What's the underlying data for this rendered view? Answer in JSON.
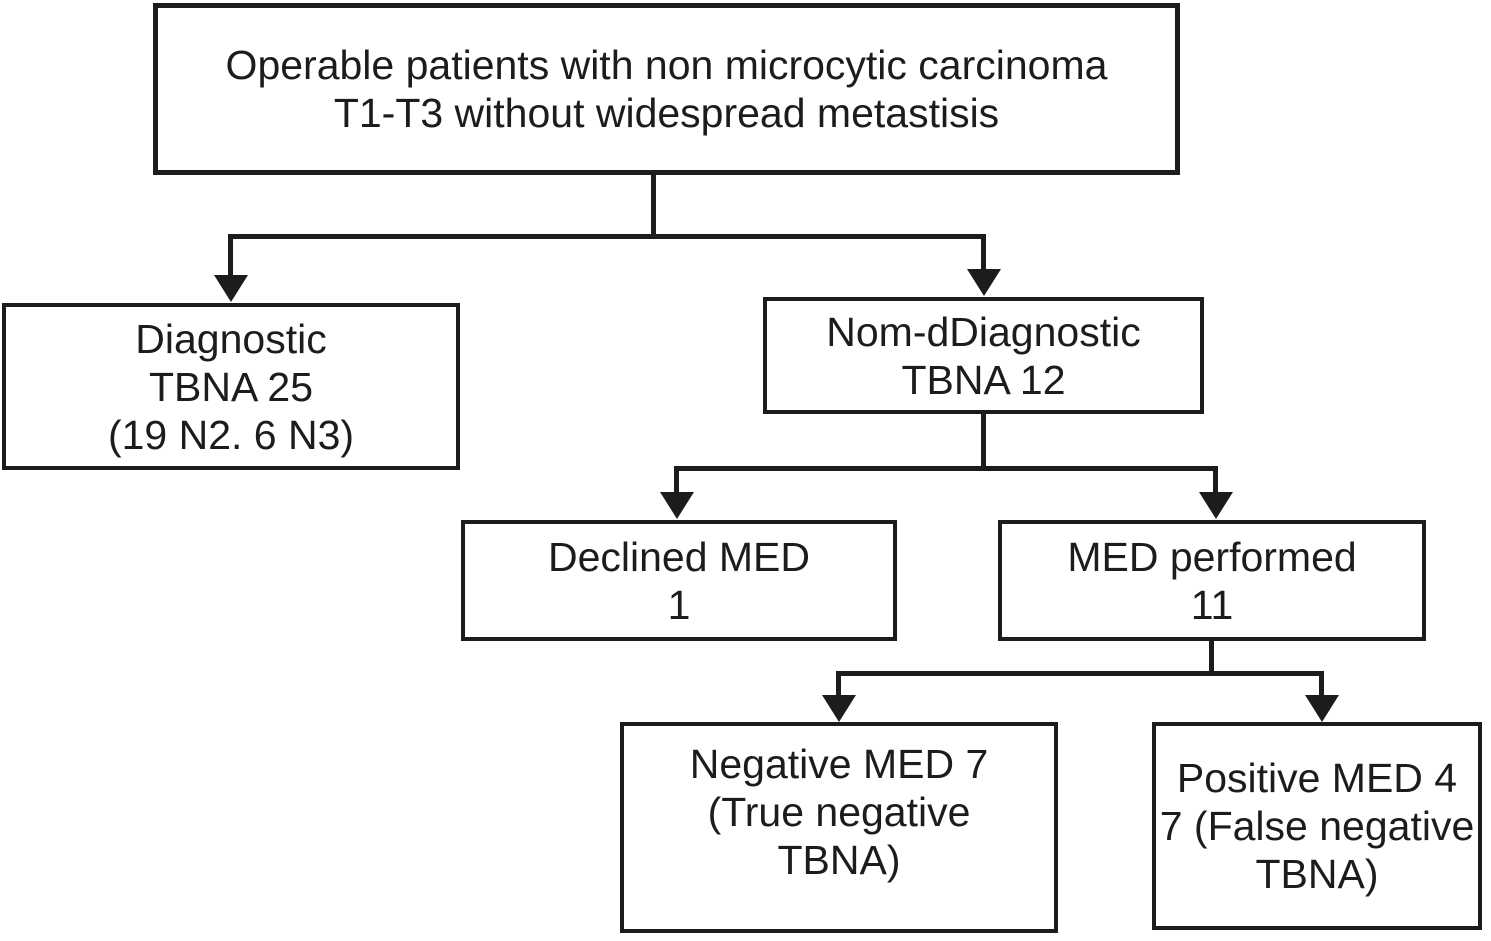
{
  "diagram": {
    "type": "flowchart",
    "background_color": "#ffffff",
    "line_color": "#1c1c1c",
    "text_color": "#1c1c1c",
    "nodes": {
      "root": {
        "lines": [
          "Operable patients with non microcytic carcinoma",
          "T1-T3 without widespread metastisis"
        ]
      },
      "diagnostic": {
        "lines": [
          "Diagnostic",
          "TBNA 25",
          "(19 N2. 6 N3)"
        ]
      },
      "nondiagnostic": {
        "lines": [
          "Nom-dDiagnostic",
          "TBNA 12"
        ]
      },
      "declined": {
        "lines": [
          "Declined MED",
          "1"
        ]
      },
      "med_performed": {
        "lines": [
          "MED performed",
          "11"
        ]
      },
      "negative_med": {
        "lines": [
          "Negative MED 7",
          "(True negative",
          "TBNA)"
        ]
      },
      "positive_med": {
        "lines": [
          "Positive MED 4",
          "7 (False negative",
          "TBNA)"
        ]
      }
    },
    "edges": [
      {
        "from": "root",
        "to": "diagnostic"
      },
      {
        "from": "root",
        "to": "nondiagnostic"
      },
      {
        "from": "nondiagnostic",
        "to": "declined"
      },
      {
        "from": "nondiagnostic",
        "to": "med_performed"
      },
      {
        "from": "med_performed",
        "to": "negative_med"
      },
      {
        "from": "med_performed",
        "to": "positive_med"
      }
    ]
  }
}
